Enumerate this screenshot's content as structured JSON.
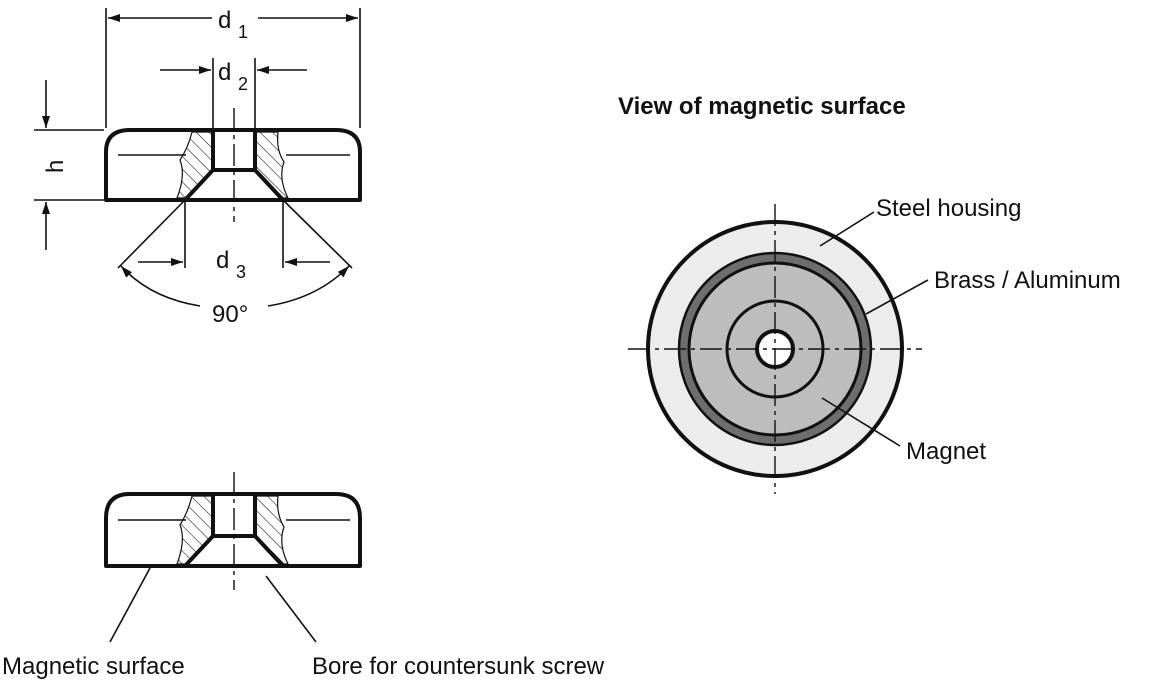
{
  "top_view": {
    "dim_d1": "d",
    "dim_d1_sub": "1",
    "dim_d2": "d",
    "dim_d2_sub": "2",
    "dim_d3": "d",
    "dim_d3_sub": "3",
    "dim_h": "h",
    "angle": "90°"
  },
  "bottom_view": {
    "label_magnetic_surface": "Magnetic surface",
    "label_bore": "Bore for countersunk screw"
  },
  "surface_view": {
    "title": "View of magnetic surface",
    "label_steel": "Steel housing",
    "label_brass": "Brass / Aluminum",
    "label_magnet": "Magnet"
  },
  "colors": {
    "housing_fill": "#ececec",
    "magnet_fill": "#bdbdbd",
    "ring_fill": "#6e6e6e",
    "line": "#111111"
  }
}
